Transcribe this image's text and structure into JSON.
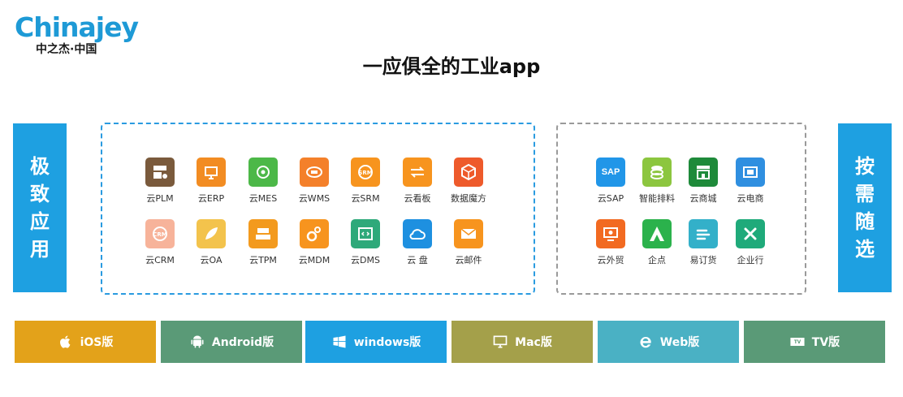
{
  "logo": {
    "brand": "Chinajey",
    "subtitle": "中之杰·中国"
  },
  "title": "一应俱全的工业app",
  "side_left": {
    "label": "极致应用"
  },
  "side_right": {
    "label": "按需随选"
  },
  "left_apps": [
    {
      "label": "云PLM",
      "icon": "plm-icon",
      "color": "#7a5a3c"
    },
    {
      "label": "云ERP",
      "icon": "erp-icon",
      "color": "#f28c22"
    },
    {
      "label": "云MES",
      "icon": "mes-icon",
      "color": "#4cb848"
    },
    {
      "label": "云WMS",
      "icon": "wms-icon",
      "color": "#f4802a"
    },
    {
      "label": "云SRM",
      "icon": "srm-icon",
      "color": "#f7941e"
    },
    {
      "label": "云看板",
      "icon": "kanban-icon",
      "color": "#f7941e"
    },
    {
      "label": "数据魔方",
      "icon": "data-cube-icon",
      "color": "#ee5a2b"
    },
    {
      "label": "云CRM",
      "icon": "crm-icon",
      "color": "#f7b39a"
    },
    {
      "label": "云OA",
      "icon": "oa-icon",
      "color": "#f3c34c"
    },
    {
      "label": "云TPM",
      "icon": "tpm-icon",
      "color": "#f39a1e"
    },
    {
      "label": "云MDM",
      "icon": "mdm-icon",
      "color": "#f7941e"
    },
    {
      "label": "云DMS",
      "icon": "dms-icon",
      "color": "#2ea97a"
    },
    {
      "label": "云 盘",
      "icon": "cloud-disk-icon",
      "color": "#1e90e0"
    },
    {
      "label": "云邮件",
      "icon": "mail-icon",
      "color": "#f7941e"
    }
  ],
  "right_apps": [
    {
      "label": "云SAP",
      "icon": "sap-icon",
      "color": "#2196e8",
      "text": "SAP"
    },
    {
      "label": "智能排料",
      "icon": "stack-icon",
      "color": "#8cc63f"
    },
    {
      "label": "云商城",
      "icon": "store-icon",
      "color": "#1e8a3a"
    },
    {
      "label": "云电商",
      "icon": "ecommerce-icon",
      "color": "#2f8fe0"
    },
    {
      "label": "云外贸",
      "icon": "trade-icon",
      "color": "#f26a21"
    },
    {
      "label": "企点",
      "icon": "qidian-icon",
      "color": "#2bb24c"
    },
    {
      "label": "易订货",
      "icon": "order-icon",
      "color": "#33b0c9"
    },
    {
      "label": "企业行",
      "icon": "enterprise-icon",
      "color": "#1faa7a"
    }
  ],
  "platforms": [
    {
      "label": "iOS版",
      "icon": "apple-icon",
      "color": "#e3a21a"
    },
    {
      "label": "Android版",
      "icon": "android-icon",
      "color": "#5a9a77"
    },
    {
      "label": "windows版",
      "icon": "windows-icon",
      "color": "#1ea0e1"
    },
    {
      "label": "Mac版",
      "icon": "mac-icon",
      "color": "#a4a04a"
    },
    {
      "label": "Web版",
      "icon": "ie-icon",
      "color": "#4ab1c4"
    },
    {
      "label": "TV版",
      "icon": "tv-icon",
      "color": "#5a9a77"
    }
  ]
}
